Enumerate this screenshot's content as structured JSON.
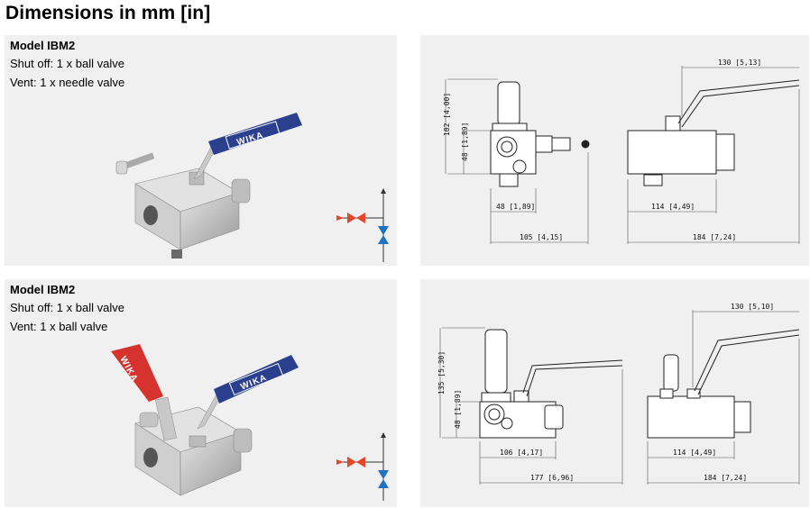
{
  "heading": "Dimensions in mm [in]",
  "variants": [
    {
      "model": "Model IBM2",
      "shut_off": "Shut off: 1 x ball valve",
      "vent": "Vent: 1 x needle valve",
      "logo_text": "WIKA",
      "dims": {
        "height_total": "102 [4,00]",
        "height_body": "48 [1,89]",
        "width_body": "48 [1,89]",
        "width_total": "105 [4,15]",
        "handle_length": "130 [5,13]",
        "side_body": "114 [4,49]",
        "side_total": "184 [7,24]"
      }
    },
    {
      "model": "Model IBM2",
      "shut_off": "Shut off: 1 x ball valve",
      "vent": "Vent: 1 x ball valve",
      "logo_text": "WIKA",
      "dims": {
        "height_total": "135 [5,30]",
        "height_body": "48 [1,89]",
        "width_body": "106 [4,17]",
        "width_total": "177 [6,96]",
        "handle_length": "130 [5,10]",
        "side_body": "114 [4,49]",
        "side_total": "184 [7,24]"
      }
    }
  ],
  "colors": {
    "panel_bg": "#f0f0f0",
    "handle_blue": "#2a3f8e",
    "handle_red": "#d6332e",
    "symbol_blue": "#1e72c4",
    "symbol_red": "#e6452a",
    "steel": "#c9c9c9"
  }
}
